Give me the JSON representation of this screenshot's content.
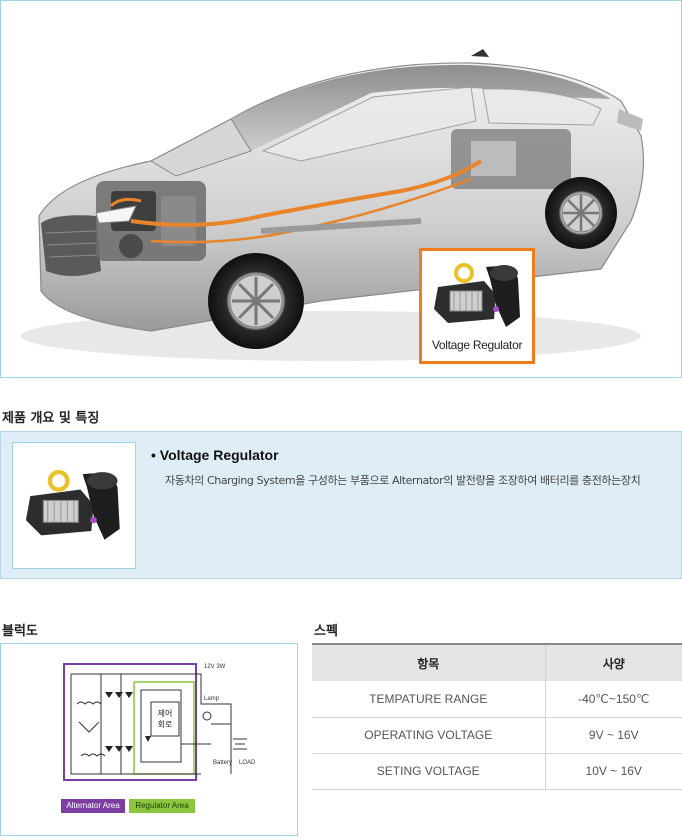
{
  "hero": {
    "callout_label": "Voltage Regulator"
  },
  "overview": {
    "title": "제품 개요 및 특징",
    "heading": "• Voltage Regulator",
    "description": "자동차의 Charging System을 구성하는 부품으로 Alternator의 발전량을 조장하여 배터리를 충전하는장치"
  },
  "block": {
    "title": "블럭도",
    "control_label": "제어\n회로",
    "legend_alternator": "Alternator  Area",
    "legend_regulator": "Regulator  Area",
    "colors": {
      "alternator": "#7a3fa0",
      "regulator": "#8cc63f"
    }
  },
  "spec": {
    "title": "스펙",
    "headers": [
      "항목",
      "사양"
    ],
    "rows": [
      [
        "TEMPATURE RANGE",
        "-40℃~150℃"
      ],
      [
        "OPERATING VOLTAGE",
        "9V ~ 16V"
      ],
      [
        "SETING VOLTAGE",
        "10V ~ 16V"
      ]
    ]
  }
}
